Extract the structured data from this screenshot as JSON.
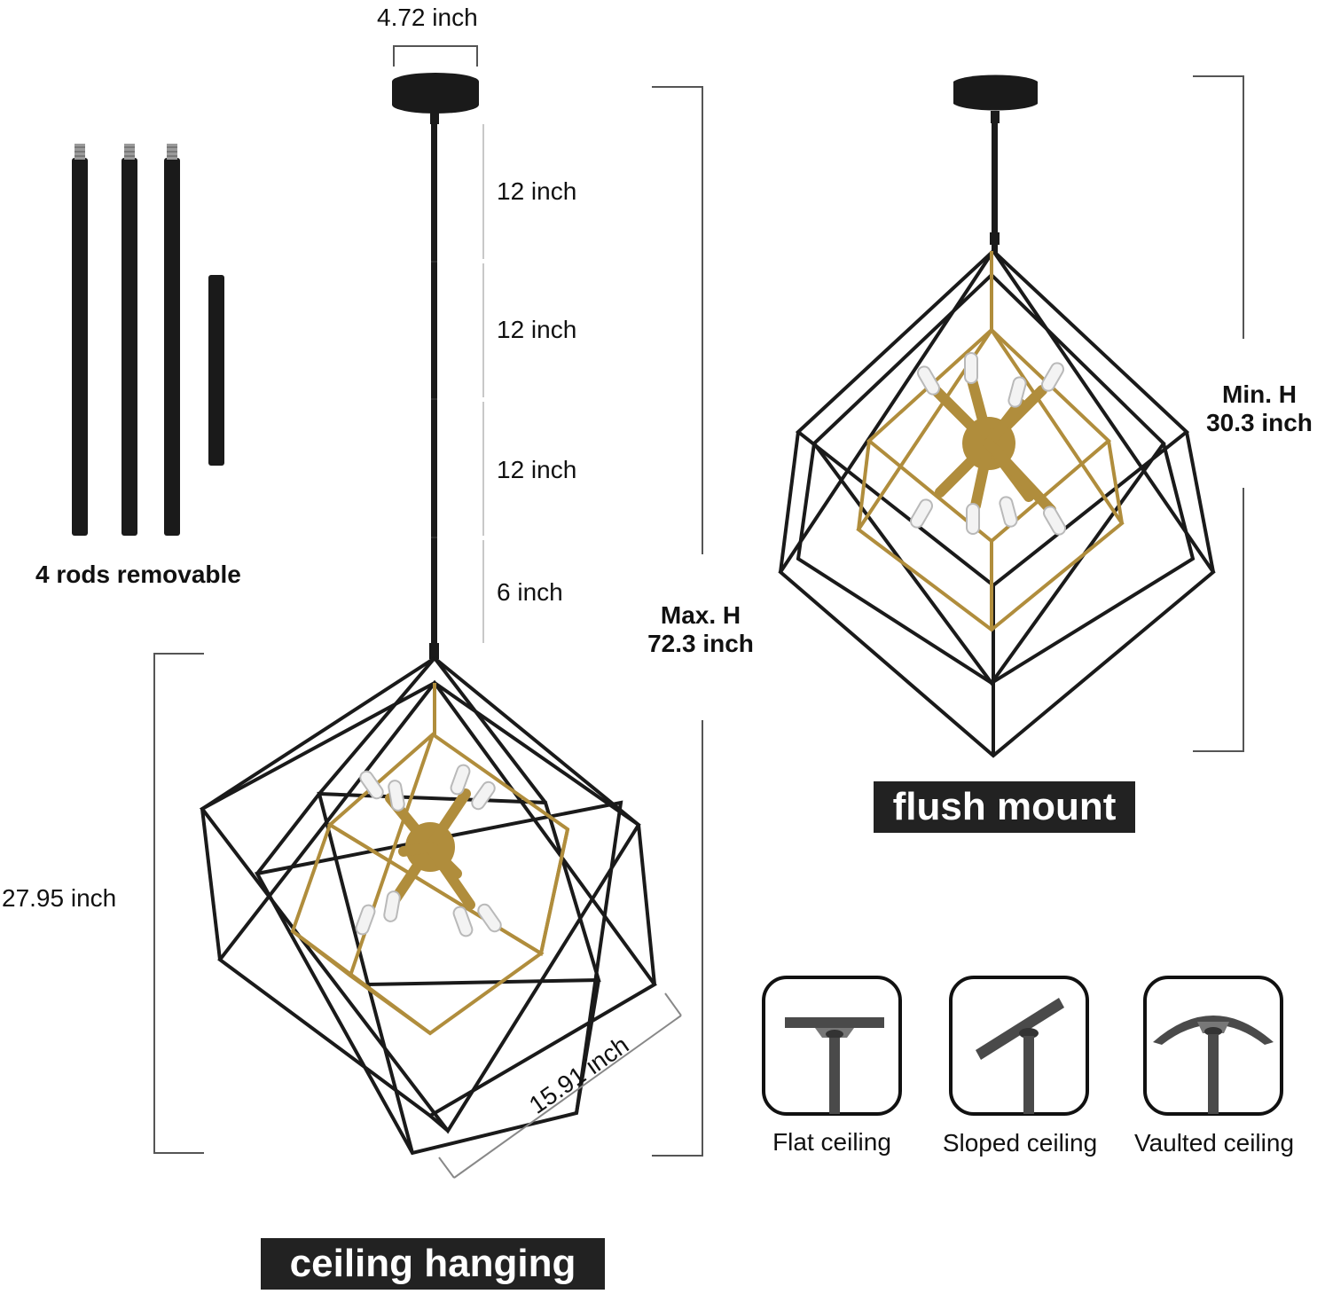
{
  "colors": {
    "frame": "#1a1a1a",
    "brass": "#b08d3c",
    "bracket": "#555555",
    "badge_bg": "#222222",
    "badge_text": "#ffffff",
    "icon_metal": "#4a4a4a"
  },
  "dimensions": {
    "canopy_width": "4.72 inch",
    "rod_1": "12 inch",
    "rod_2": "12 inch",
    "rod_3": "12 inch",
    "rod_4": "6 inch",
    "max_height_label": "Max. H",
    "max_height_value": "72.3 inch",
    "min_height_label": "Min. H",
    "min_height_value": "30.3 inch",
    "cage_height": "27.95 inch",
    "cage_width": "15.91 inch"
  },
  "rods": {
    "caption": "4 rods removable"
  },
  "modes": {
    "hanging": "ceiling hanging",
    "flush": "flush mount"
  },
  "ceilings": [
    {
      "label": "Flat ceiling",
      "icon": "flat-ceiling-icon"
    },
    {
      "label": "Sloped ceiling",
      "icon": "sloped-ceiling-icon"
    },
    {
      "label": "Vaulted ceiling",
      "icon": "vaulted-ceiling-icon"
    }
  ]
}
